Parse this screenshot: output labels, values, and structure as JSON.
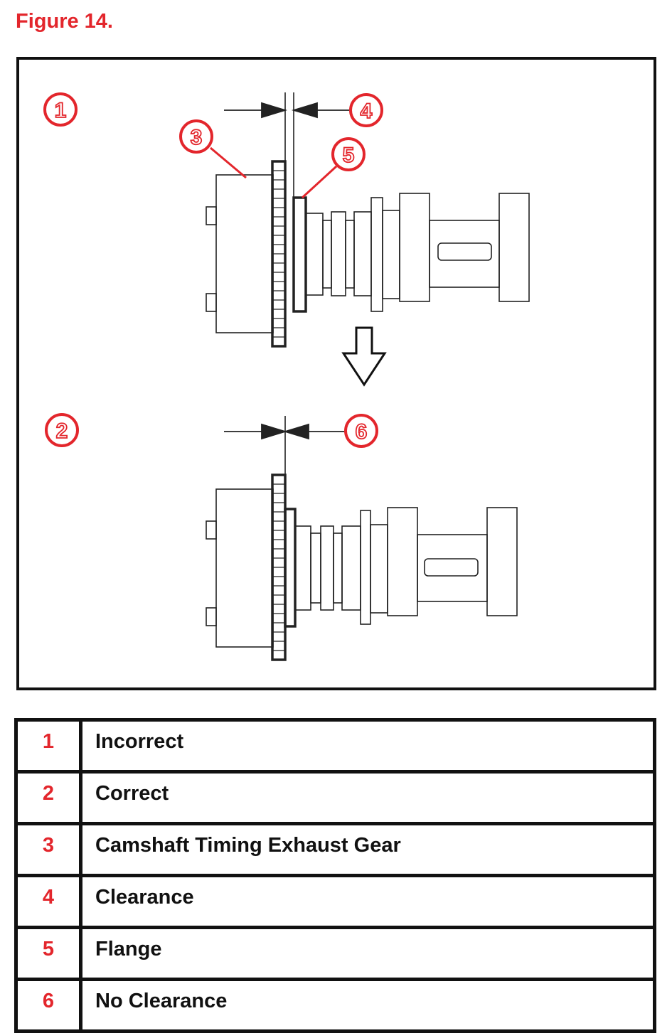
{
  "title": "Figure 14.",
  "callouts": [
    "1",
    "2",
    "3",
    "4",
    "5",
    "6"
  ],
  "colors": {
    "accent": "#e3262c",
    "line": "#111111"
  },
  "legend": [
    {
      "num": "1",
      "label": "Incorrect"
    },
    {
      "num": "2",
      "label": "Correct"
    },
    {
      "num": "3",
      "label": "Camshaft Timing Exhaust Gear"
    },
    {
      "num": "4",
      "label": "Clearance"
    },
    {
      "num": "5",
      "label": "Flange"
    },
    {
      "num": "6",
      "label": "No Clearance"
    }
  ]
}
